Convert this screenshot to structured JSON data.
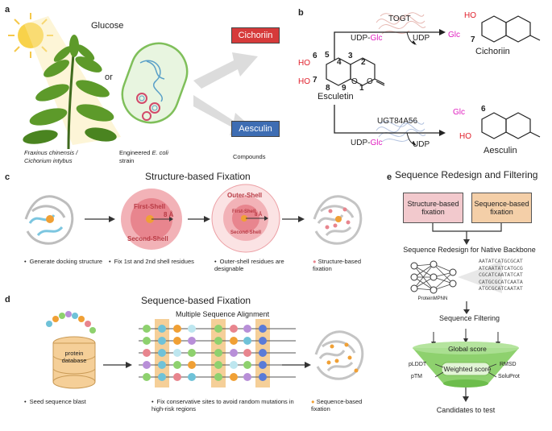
{
  "colors": {
    "cichoriin_box": "#d63a3a",
    "aesculin_box": "#3e6db3",
    "red_oh": "#e0202c",
    "glc_magenta": "#e020c0",
    "structure_box": "#f2c9cd",
    "sequence_box": "#f4cfa8",
    "shell_outer": "#f7d2d4",
    "shell_mid": "#ee9ea3",
    "shell_inner": "#e0707a",
    "orange": "#f0a035",
    "funnel_green": "#8ed16e",
    "arrow_gray": "#dddddd"
  },
  "panels": {
    "a": {
      "letter": "a",
      "glucose": "Glucose",
      "or": "or",
      "plant_label_1": "Fraxinus chinensis /",
      "plant_label_2": "Cichorium intybus",
      "ecoli_label_1": "Engineered",
      "ecoli_label_italic": "E. coli",
      "ecoli_label_2": "strain",
      "cichoriin": "Cichoriin",
      "aesculin": "Aesculin",
      "compounds": "Compounds"
    },
    "b": {
      "letter": "b",
      "togt": "TOGT",
      "ugt": "UGT84A56",
      "udp_glc_prefix": "UDP-",
      "glc": "Glc",
      "udp": "UDP",
      "esculetin": "Esculetin",
      "cichoriin": "Cichoriin",
      "aesculin": "Aesculin",
      "ho": "HO",
      "o": "O",
      "num_6": "6",
      "num_7": "7",
      "num_5": "5",
      "num_4": "4",
      "num_3": "3",
      "num_2": "2",
      "num_8": "8",
      "num_9": "9",
      "num_1": "1"
    },
    "c": {
      "letter": "c",
      "title": "Structure-based Fixation",
      "first_shell": "First-Shell",
      "second_shell": "Second-Shell",
      "outer_shell": "Outer-Shell",
      "dist": "8 Å",
      "bullet1": "Generate docking structure",
      "bullet2": "Fix 1st and 2nd shell residues",
      "bullet3": "Outer-shell residues are designable",
      "bullet4": "Structure-based fixation"
    },
    "d": {
      "letter": "d",
      "title": "Sequence-based Fixation",
      "msa": "Multiple Sequence Alignment",
      "db_1": "protein",
      "db_2": "database",
      "bullet1": "Seed sequence blast",
      "bullet2": "Fix conservative sites to avoid random mutations in high-risk regions",
      "bullet3": "Sequence-based fixation"
    },
    "e": {
      "letter": "e",
      "title": "Sequence Redesign and Filtering",
      "struct_box": "Structure-based fixation",
      "seq_box": "Sequence-based fixation",
      "redesign": "Sequence Redesign for Native Backbone",
      "mpnn": "ProteinMPNN",
      "filtering": "Sequence Filtering",
      "global": "Global score",
      "weighted": "Weighted score",
      "plddt": "pLDDT",
      "ptm": "pTM",
      "rmsd": "RMSD",
      "soluprot": "SoluProt",
      "candidates": "Candidates to test",
      "seq_lines": [
        "AATATCATGCGCAT",
        "ATCAATATCATGCG",
        "CGCATCAATATCAT",
        "CATGCGCATCAATA",
        "ATGCGCATCAATAT"
      ]
    }
  }
}
